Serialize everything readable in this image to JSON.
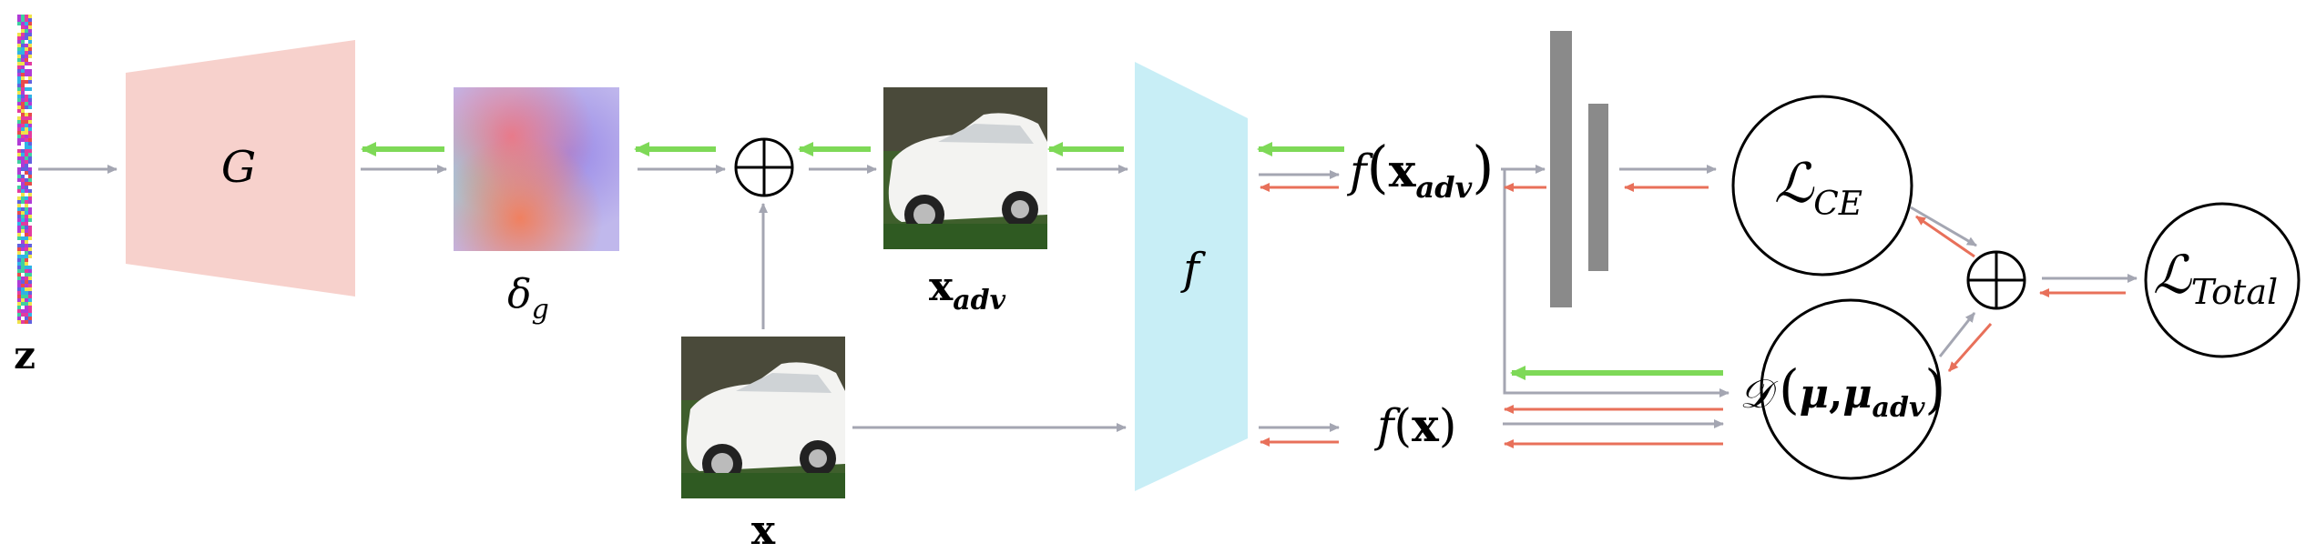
{
  "labels": {
    "z": "z",
    "generator": "G",
    "delta": "δ",
    "delta_sub": "g",
    "x_adv": "x",
    "x_adv_sub": "adv",
    "x": "x",
    "model": "f",
    "f_xadv": "f",
    "f_xadv_arg": "x",
    "f_xadv_sub": "adv",
    "f_x": "f",
    "f_x_arg": "x",
    "loss_ce": "ℒ",
    "loss_ce_sub": "CE",
    "loss_d": "𝒟",
    "loss_d_mu": "μ",
    "loss_d_mu2": "μ",
    "loss_d_sub": "adv",
    "loss_total": "ℒ",
    "loss_total_sub": "Total",
    "plus1": "⊕",
    "plus2": "⊕"
  },
  "colors": {
    "generator_fill": "#f7d1cc",
    "model_fill": "#c8eef6",
    "forward_arrow": "#a4a6b2",
    "gradient_green": "#7ed957",
    "gradient_red": "#e8705a",
    "classifier_bar": "#8a8a8a",
    "noise_delta": "#e58f95",
    "car_image": "#f2f2f2",
    "grass": "#2f5a22"
  }
}
